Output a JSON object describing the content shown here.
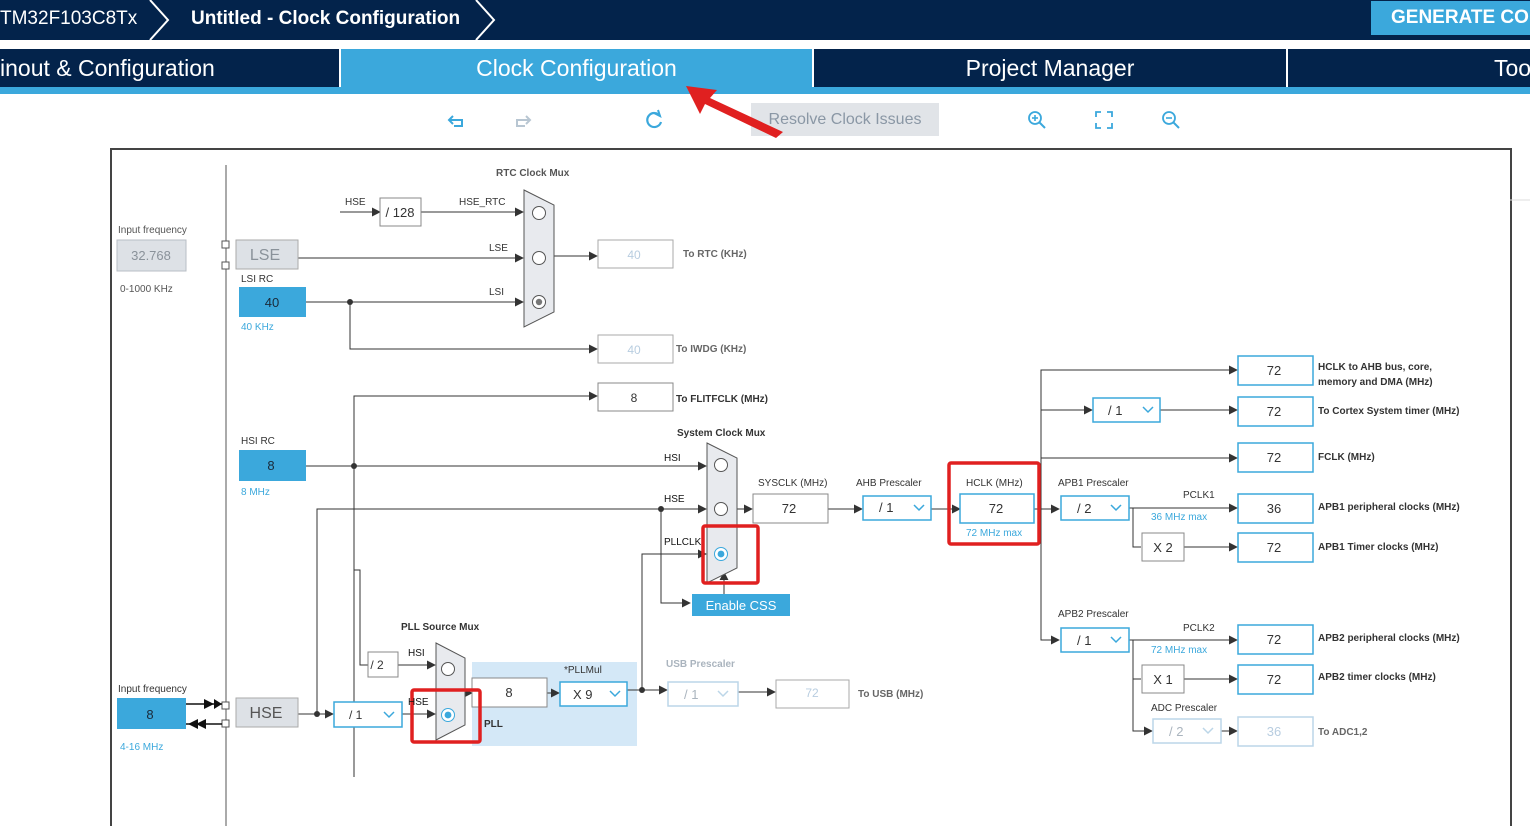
{
  "header": {
    "device": "TM32F103C8Tx",
    "title": "Untitled - Clock Configuration",
    "generate_label": "GENERATE CO"
  },
  "tabs": [
    {
      "label": "inout & Configuration"
    },
    {
      "label": "Clock Configuration"
    },
    {
      "label": "Project Manager"
    },
    {
      "label": "Too"
    }
  ],
  "toolbar": {
    "resolve_label": "Resolve Clock Issues",
    "icons": [
      "undo-icon",
      "redo-icon",
      "refresh-icon",
      "zoom-in-icon",
      "fit-screen-icon",
      "zoom-out-icon"
    ]
  },
  "colors": {
    "navy": "#03234b",
    "accent": "#3ba8dc",
    "highlight": "#e02020",
    "pll_region": "#d4e8f7"
  },
  "inputs": {
    "lse_freq_label": "Input frequency",
    "lse_freq_value": "32.768",
    "lse_range": "0-1000 KHz",
    "lse_label": "LSE",
    "lsi_rc_label": "LSI RC",
    "lsi_value": "40",
    "lsi_unit": "40 KHz",
    "hsi_rc_label": "HSI RC",
    "hsi_value": "8",
    "hsi_unit": "8 MHz",
    "hse_freq_label": "Input frequency",
    "hse_freq_value": "8",
    "hse_range": "4-16 MHz",
    "hse_label": "HSE"
  },
  "rtc": {
    "mux_title": "RTC Clock Mux",
    "hse_label": "HSE",
    "div128": "/ 128",
    "hse_rtc_label": "HSE_RTC",
    "lse_label": "LSE",
    "lsi_label": "LSI",
    "rtc_value": "40",
    "rtc_label": "To RTC (KHz)",
    "iwdg_value": "40",
    "iwdg_label": "To IWDG (KHz)",
    "flit_value": "8",
    "flit_label": "To FLITFCLK (MHz)"
  },
  "sysclk": {
    "mux_title": "System Clock Mux",
    "hsi_label": "HSI",
    "hse_label": "HSE",
    "pllclk_label": "PLLCLK",
    "sysclk_label": "SYSCLK (MHz)",
    "sysclk_value": "72",
    "ahb_label": "AHB Prescaler",
    "ahb_value": "/ 1",
    "hclk_label": "HCLK (MHz)",
    "hclk_value": "72",
    "hclk_max": "72 MHz max",
    "enable_css": "Enable CSS"
  },
  "pll": {
    "mux_title": "PLL Source Mux",
    "hsi_label": "HSI",
    "hse_label": "HSE",
    "div2": "/ 2",
    "hse_div": "/ 1",
    "pll_input": "8",
    "pllmul_label": "*PLLMul",
    "pllmul_value": "X 9",
    "pll_label": "PLL"
  },
  "usb": {
    "prescaler_label": "USB Prescaler",
    "prescaler_value": "/ 1",
    "value": "72",
    "label": "To USB (MHz)"
  },
  "outputs": {
    "ahb_bus": {
      "value": "72",
      "label_1": "HCLK to AHB bus, core,",
      "label_2": "memory and DMA (MHz)"
    },
    "cortex_div": "/ 1",
    "cortex": {
      "value": "72",
      "label": "To Cortex System timer (MHz)"
    },
    "fclk": {
      "value": "72",
      "label": "FCLK (MHz)"
    },
    "apb1_prescaler_label": "APB1 Prescaler",
    "apb1_prescaler_value": "/ 2",
    "pclk1_label": "PCLK1",
    "pclk1_max": "36 MHz max",
    "apb1_periph": {
      "value": "36",
      "label": "APB1 peripheral clocks (MHz)"
    },
    "apb1_mult": "X 2",
    "apb1_timer": {
      "value": "72",
      "label": "APB1 Timer clocks (MHz)"
    },
    "apb2_prescaler_label": "APB2 Prescaler",
    "apb2_prescaler_value": "/ 1",
    "pclk2_label": "PCLK2",
    "pclk2_max": "72 MHz max",
    "apb2_periph": {
      "value": "72",
      "label": "APB2 peripheral clocks (MHz)"
    },
    "apb2_mult": "X 1",
    "apb2_timer": {
      "value": "72",
      "label": "APB2 timer clocks (MHz)"
    },
    "adc_prescaler_label": "ADC Prescaler",
    "adc_prescaler_value": "/ 2",
    "adc": {
      "value": "36",
      "label": "To ADC1,2"
    }
  }
}
